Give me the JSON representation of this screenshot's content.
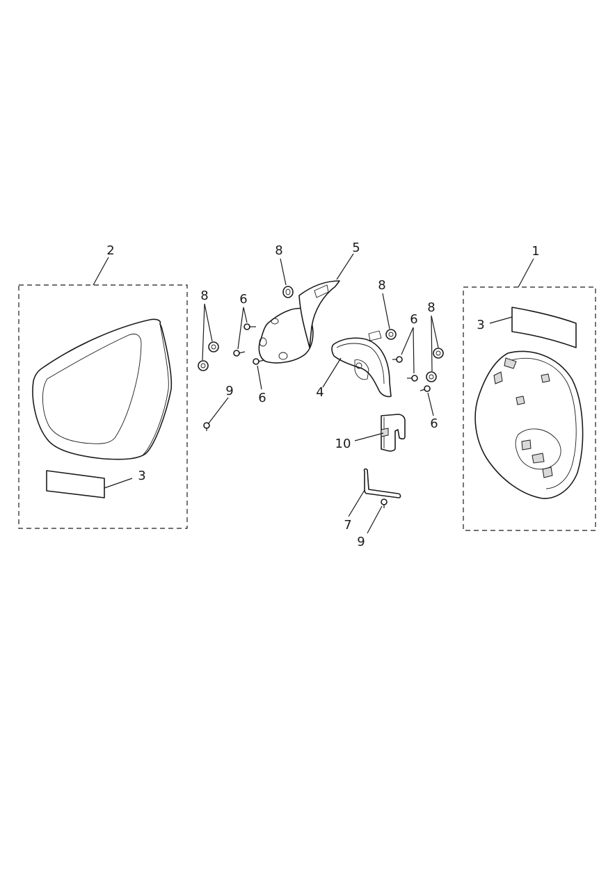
{
  "labels": {
    "l1": "1",
    "l2": "2",
    "l3a": "3",
    "l3b": "3",
    "l4": "4",
    "l5": "5",
    "l6a": "6",
    "l6b": "6",
    "l6c": "6",
    "l6d": "6",
    "l7": "7",
    "l8a": "8",
    "l8b": "8",
    "l8c": "8",
    "l8d": "8",
    "l9a": "9",
    "l9b": "9",
    "l10": "10"
  }
}
